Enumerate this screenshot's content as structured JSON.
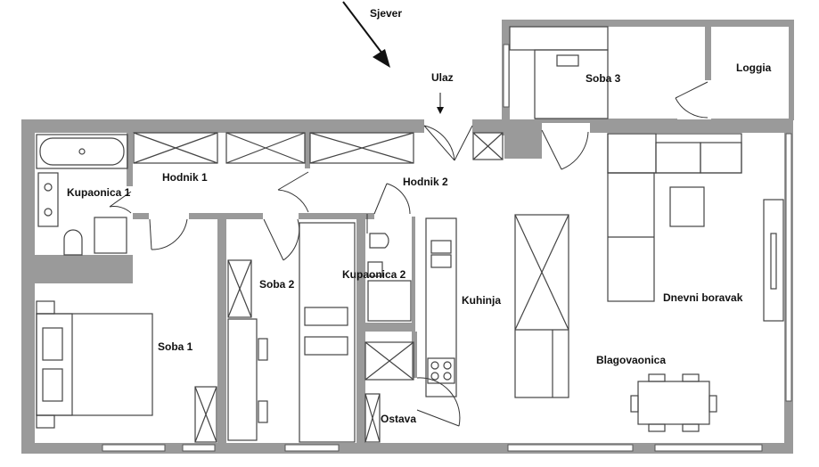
{
  "north": {
    "label": "Sjever"
  },
  "entrance": {
    "label": "Ulaz"
  },
  "rooms": {
    "soba3": "Soba 3",
    "loggia": "Loggia",
    "kupaonica1": "Kupaonica 1",
    "hodnik1": "Hodnik 1",
    "hodnik2": "Hodnik 2",
    "soba2": "Soba 2",
    "kupaonica2": "Kupaonica 2",
    "kuhinja": "Kuhinja",
    "dnevni": "Dnevni boravak",
    "soba1": "Soba 1",
    "blagovaonica": "Blagovaonica",
    "ostava": "Ostava"
  }
}
